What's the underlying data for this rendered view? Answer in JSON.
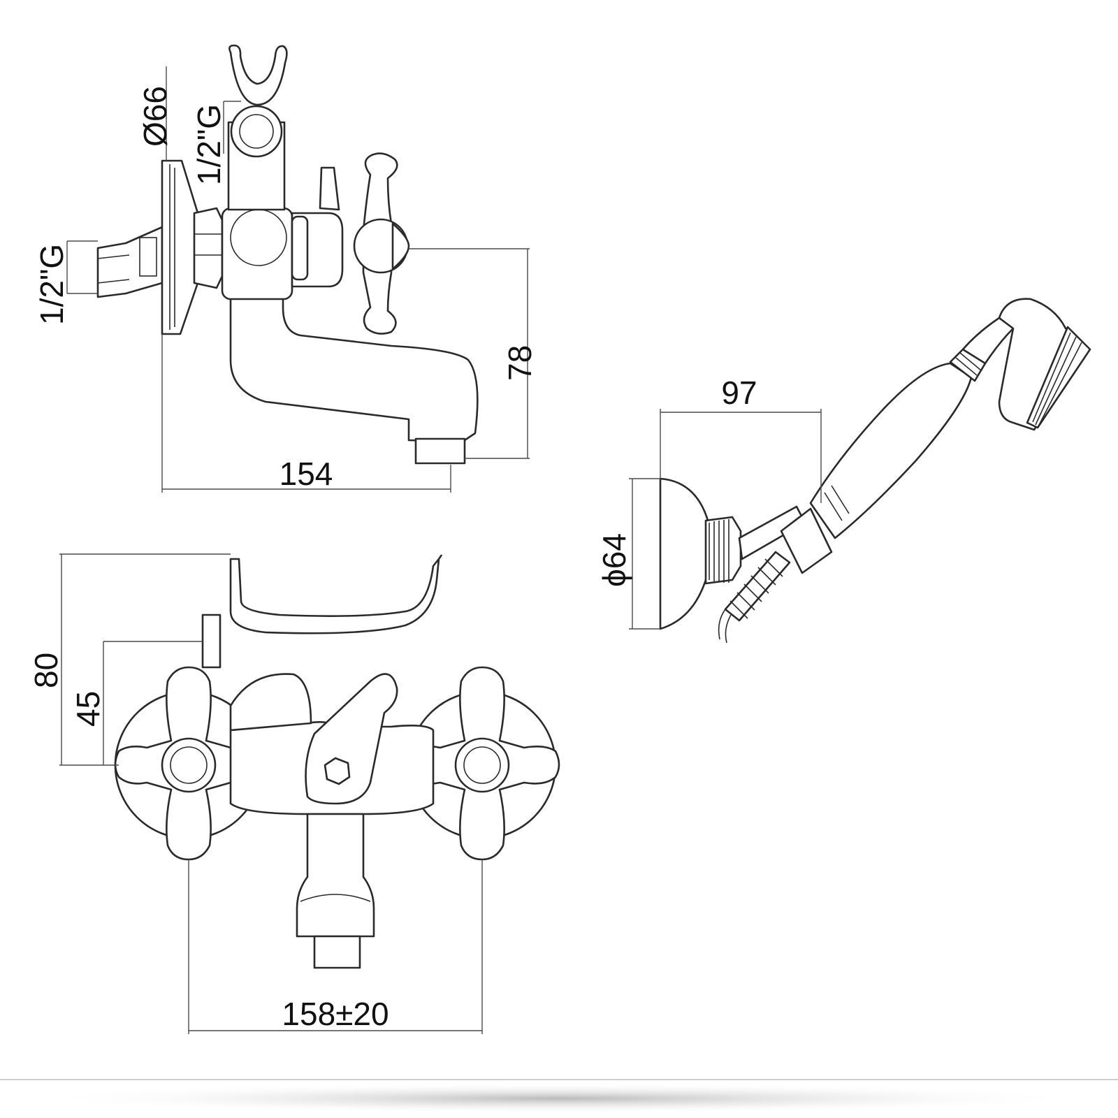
{
  "side_view": {
    "dia_flange": "Ø66",
    "thread_top": "1/2\"G",
    "thread_inlet": "1/2\"G",
    "height": "78",
    "length": "154"
  },
  "front_view": {
    "height_total": "80",
    "height_outlet": "45",
    "center_distance": "158±20"
  },
  "handshower_view": {
    "length": "97",
    "dia_head": "ϕ64"
  },
  "colors": {
    "line": "#2a2a2a",
    "background": "#ffffff"
  }
}
